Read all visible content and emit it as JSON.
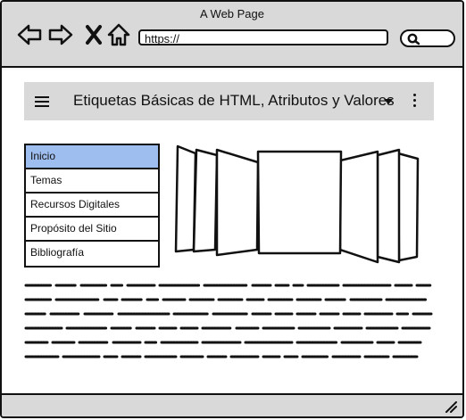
{
  "window": {
    "title": "A Web Page"
  },
  "browser": {
    "url": "https://",
    "icons": [
      "back-arrow-icon",
      "forward-arrow-icon",
      "close-x-icon",
      "home-icon",
      "search-icon"
    ]
  },
  "appbar": {
    "title": "Etiquetas Básicas de HTML, Atributos y Valores",
    "icons": [
      "hamburger-menu-icon",
      "dropdown-caret-icon",
      "kebab-menu-icon"
    ]
  },
  "menu": {
    "items": [
      {
        "label": "Inicio",
        "active": true
      },
      {
        "label": "Temas",
        "active": false
      },
      {
        "label": "Recursos Digitales",
        "active": false
      },
      {
        "label": "Propósito del Sitio",
        "active": false
      },
      {
        "label": "Bibliografía",
        "active": false
      }
    ]
  },
  "colors": {
    "chrome": "#d9d9d9",
    "active_menu": "#9fbef0",
    "ink": "#111111"
  }
}
